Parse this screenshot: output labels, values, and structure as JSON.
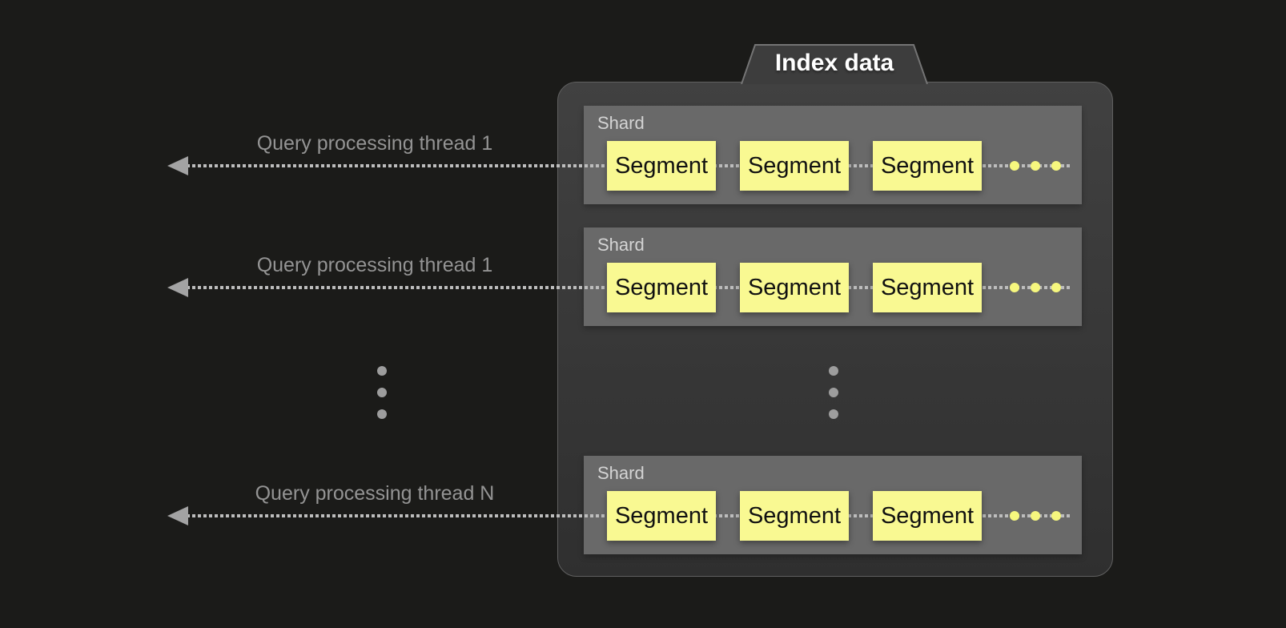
{
  "colors": {
    "bg": "#1b1b19",
    "panel-top": "#414141",
    "panel-bottom": "#2f2f2f",
    "panel-border": "#606060",
    "tab-fill": "#3d3d3d",
    "tab-border": "#747474",
    "tab-text": "#ffffff",
    "shard-fill": "#696969",
    "shard-label": "#d4d4d4",
    "segment-fill": "#f9f992",
    "segment-text": "#111111",
    "dash": "#bdbdbd",
    "arrow": "#a3a3a3",
    "thread-label": "#949494",
    "gray-dot": "#9d9d9d",
    "yellow-dot": "#f6f77e"
  },
  "panel": {
    "tab_label": "Index data"
  },
  "threads": [
    {
      "label": "Query processing thread 1"
    },
    {
      "label": "Query processing thread 1"
    },
    {
      "label": "Query processing thread N"
    }
  ],
  "shards": [
    {
      "title": "Shard",
      "segments": [
        "Segment",
        "Segment",
        "Segment"
      ]
    },
    {
      "title": "Shard",
      "segments": [
        "Segment",
        "Segment",
        "Segment"
      ]
    },
    {
      "title": "Shard",
      "segments": [
        "Segment",
        "Segment",
        "Segment"
      ]
    }
  ]
}
